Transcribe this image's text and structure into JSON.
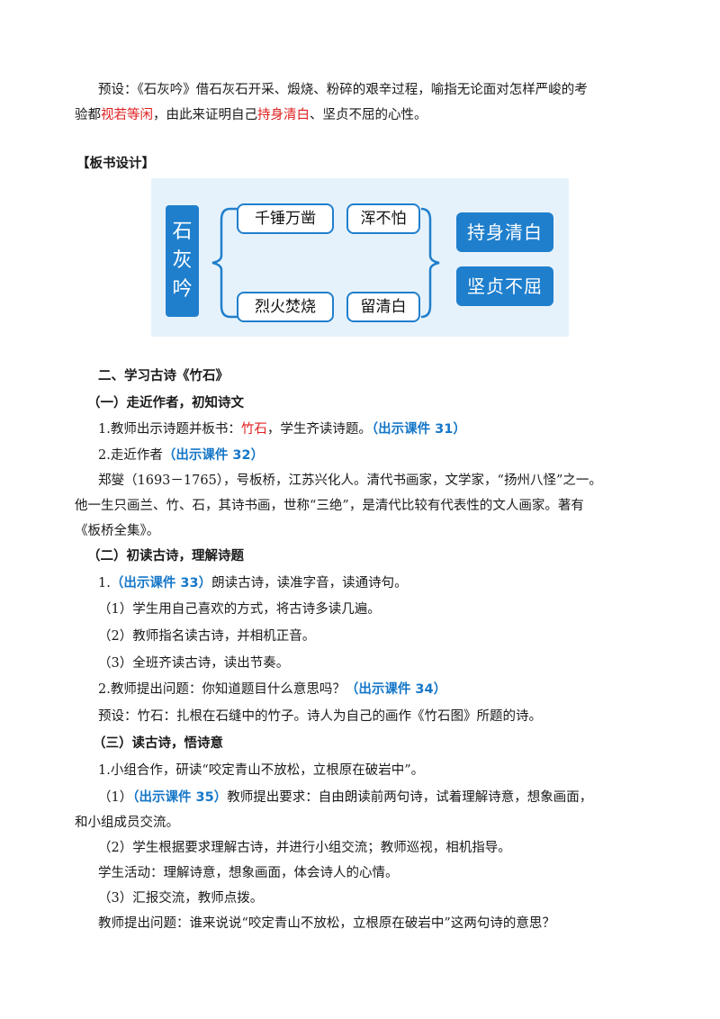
{
  "preset_para": {
    "l1a": "预设：《石灰吟》借石灰石开采、煅烧、粉碎的艰辛过程，喻指无论面对怎样严峻的考",
    "l2a": "验都",
    "l2red1": "视若等闲",
    "l2b": "，由此来证明自己",
    "l2red2": "持身清白",
    "l2c": "、坚贞不屈的心性。"
  },
  "board_heading": "【板书设计】",
  "board": {
    "title_chars": [
      "石",
      "灰",
      "吟"
    ],
    "top_left": "千锤万凿",
    "top_right": "浑不怕",
    "bottom_left": "烈火焚烧",
    "bottom_right": "留清白",
    "result_top": "持身清白",
    "result_bottom": "坚贞不屈",
    "colors": {
      "accent": "#1f7fcd",
      "background": "#e6f2fb"
    }
  },
  "section2": {
    "heading": "二、学习古诗《竹石》",
    "sub1": "（一）走近作者，初知诗文",
    "item1a": "1.教师出示诗题并板书：",
    "item1red": "竹石",
    "item1b": "，学生齐读诗题。",
    "item1tag": "（出示课件 31）",
    "item2a": "2.走近作者",
    "item2tag": "（出示课件 32）",
    "bio1": "郑燮（1693－1765），号板桥，江苏兴化人。清代书画家，文学家，“扬州八怪”之一。",
    "bio2": "他一生只画兰、竹、石，其诗书画，世称“三绝”，是清代比较有代表性的文人画家。著有",
    "bio3": "《板桥全集》。",
    "sub2": "（二）初读古诗，理解诗题",
    "r1num": "1.",
    "r1tag": "（出示课件 33）",
    "r1text": "朗读古诗，读准字音，读通诗句。",
    "r1a": "（1）学生用自己喜欢的方式，将古诗多读几遍。",
    "r1b": "（2）教师指名读古诗，并相机正音。",
    "r1c": "（3）全班齐读古诗，读出节奏。",
    "r2text": "2.教师提出问题：你知道题目什么意思吗？",
    "r2tag": "（出示课件 34）",
    "preset2": "预设：竹石：扎根在石缝中的竹子。诗人为自己的画作《竹石图》所题的诗。",
    "sub3": "（三）读古诗，悟诗意",
    "g1": "1.小组合作，研读“咬定青山不放松，立根原在破岩中”。",
    "g1a_num": "（1）",
    "g1a_tag": "（出示课件 35）",
    "g1a_text": "教师提出要求：自由朗读前两句诗，试着理解诗意，想象画面，",
    "g1a_cont": "和小组成员交流。",
    "g1b": "（2）学生根据要求理解古诗，并进行小组交流；教师巡视，相机指导。",
    "activity": "学生活动：理解诗意，想象画面，体会诗人的心情。",
    "g1c": "（3）汇报交流，教师点拨。",
    "question": "教师提出问题：谁来说说“咬定青山不放松，立根原在破岩中”这两句诗的意思？"
  }
}
